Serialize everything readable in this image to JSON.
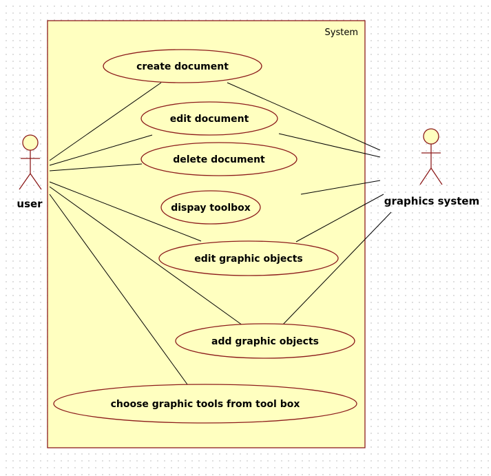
{
  "system": {
    "label": "System"
  },
  "actors": {
    "user": {
      "label": "user"
    },
    "graphics": {
      "label": "graphics system"
    }
  },
  "use_cases": [
    {
      "id": "create-document",
      "label": "create document"
    },
    {
      "id": "edit-document",
      "label": "edit document"
    },
    {
      "id": "delete-document",
      "label": "delete document"
    },
    {
      "id": "display-toolbox",
      "label": "dispay toolbox"
    },
    {
      "id": "edit-graphic-objects",
      "label": "edit graphic objects"
    },
    {
      "id": "add-graphic-objects",
      "label": "add graphic objects"
    },
    {
      "id": "choose-graphic-tools",
      "label": "choose graphic tools from tool box"
    }
  ],
  "colors": {
    "system_fill": "#ffffc0",
    "usecase_fill": "#ffffc0",
    "actor_fill": "#ffffc0",
    "stroke": "#8c1b1b",
    "line": "#000000"
  }
}
